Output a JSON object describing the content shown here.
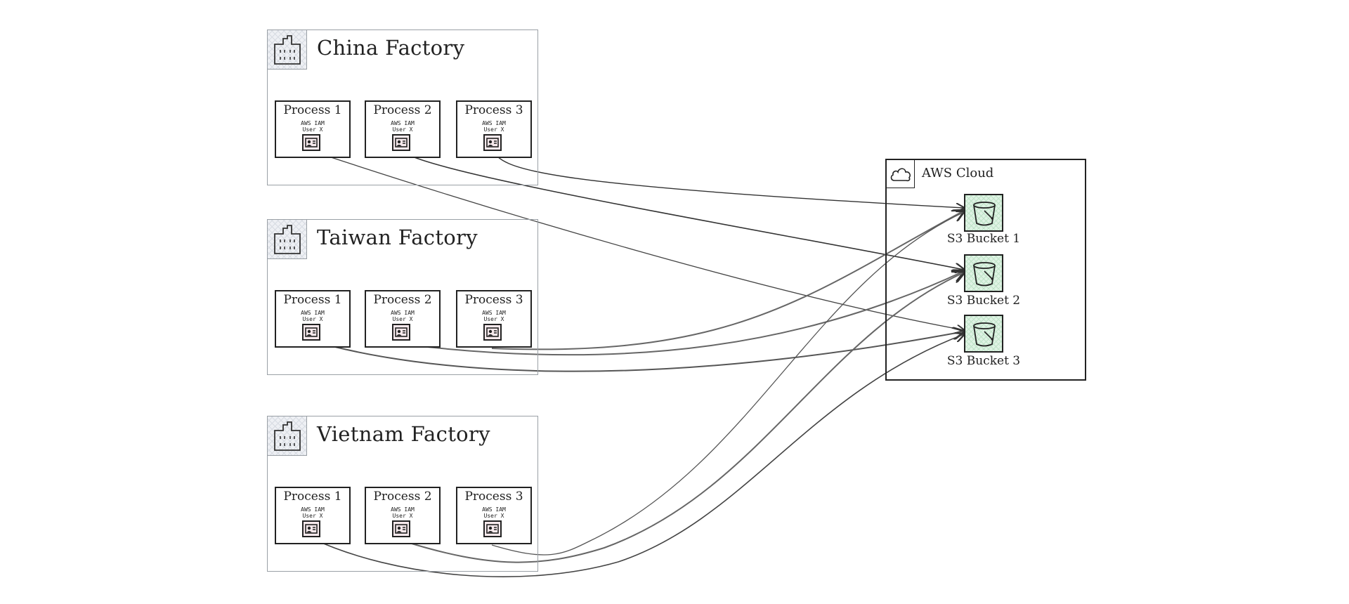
{
  "factories": [
    {
      "title": "China Factory",
      "processes": [
        {
          "label": "Process 1",
          "sub1": "AWS IAM",
          "sub2": "User X"
        },
        {
          "label": "Process 2",
          "sub1": "AWS IAM",
          "sub2": "User X"
        },
        {
          "label": "Process 3",
          "sub1": "AWS IAM",
          "sub2": "User X"
        }
      ]
    },
    {
      "title": "Taiwan Factory",
      "processes": [
        {
          "label": "Process 1",
          "sub1": "AWS IAM",
          "sub2": "User X"
        },
        {
          "label": "Process 2",
          "sub1": "AWS IAM",
          "sub2": "User X"
        },
        {
          "label": "Process 3",
          "sub1": "AWS IAM",
          "sub2": "User X"
        }
      ]
    },
    {
      "title": "Vietnam Factory",
      "processes": [
        {
          "label": "Process 1",
          "sub1": "AWS IAM",
          "sub2": "User X"
        },
        {
          "label": "Process 2",
          "sub1": "AWS IAM",
          "sub2": "User X"
        },
        {
          "label": "Process 3",
          "sub1": "AWS IAM",
          "sub2": "User X"
        }
      ]
    }
  ],
  "cloud": {
    "title": "AWS Cloud",
    "buckets": [
      {
        "label": "S3 Bucket 1"
      },
      {
        "label": "S3 Bucket 2"
      },
      {
        "label": "S3 Bucket 3"
      }
    ]
  },
  "connections": [
    {
      "from": "China Factory / Process 1",
      "to": "S3 Bucket 3"
    },
    {
      "from": "China Factory / Process 2",
      "to": "S3 Bucket 2"
    },
    {
      "from": "China Factory / Process 3",
      "to": "S3 Bucket 1"
    },
    {
      "from": "Taiwan Factory / Process 1",
      "to": "S3 Bucket 3"
    },
    {
      "from": "Taiwan Factory / Process 2",
      "to": "S3 Bucket 2"
    },
    {
      "from": "Taiwan Factory / Process 3",
      "to": "S3 Bucket 1"
    },
    {
      "from": "Vietnam Factory / Process 1",
      "to": "S3 Bucket 3"
    },
    {
      "from": "Vietnam Factory / Process 2",
      "to": "S3 Bucket 2"
    },
    {
      "from": "Vietnam Factory / Process 3",
      "to": "S3 Bucket 1"
    }
  ],
  "colors": {
    "border": "#222222",
    "factory_border": "#9aa0a6",
    "bucket_fill": "#dff3e4",
    "iam_fill": "#f6e9ec"
  },
  "icons": {
    "factory": "building-icon",
    "process": "iam-user-icon",
    "cloud": "cloud-icon",
    "bucket": "bucket-icon"
  }
}
